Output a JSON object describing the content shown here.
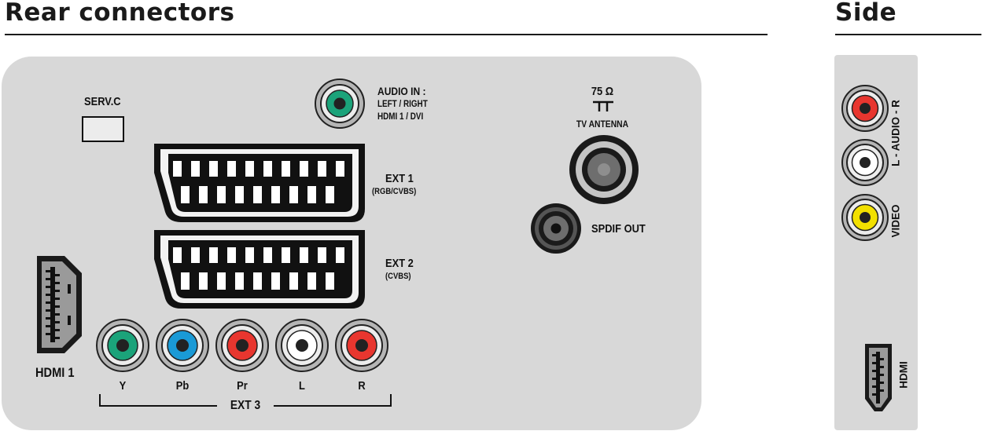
{
  "headings": {
    "rear": "Rear connectors",
    "side": "Side"
  },
  "rear": {
    "serv_c": "SERV.C",
    "audio_in": {
      "line1": "AUDIO IN :",
      "line2": "LEFT / RIGHT",
      "line3": "HDMI 1 / DVI"
    },
    "antenna": {
      "ohm": "75 Ω",
      "label": "TV ANTENNA"
    },
    "ext1": {
      "name": "EXT 1",
      "sub": "(RGB/CVBS)"
    },
    "ext2": {
      "name": "EXT 2",
      "sub": "(CVBS)"
    },
    "spdif": "SPDIF OUT",
    "hdmi1": "HDMI 1",
    "ext3": {
      "name": "EXT 3",
      "jacks": [
        {
          "label": "Y",
          "color": "#1ba37a"
        },
        {
          "label": "Pb",
          "color": "#1a9ad6"
        },
        {
          "label": "Pr",
          "color": "#e8362f"
        },
        {
          "label": "L",
          "color": "#ffffff"
        },
        {
          "label": "R",
          "color": "#e8362f"
        }
      ]
    }
  },
  "side": {
    "audio": "L - AUDIO - R",
    "video": "VIDEO",
    "hdmi": "HDMI",
    "colors": {
      "audio_r": "#e8362f",
      "audio_l": "#ffffff",
      "video": "#f2e000"
    }
  }
}
